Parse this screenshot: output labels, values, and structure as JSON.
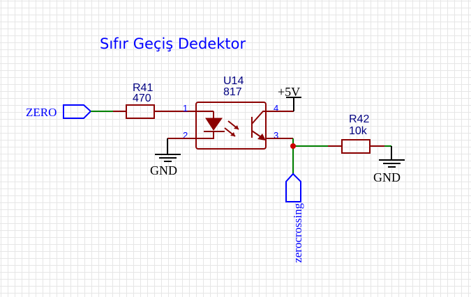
{
  "title": "Sıfır Geçiş Dedektor",
  "components": {
    "r41": {
      "ref": "R41",
      "value": "470"
    },
    "u14": {
      "ref": "U14",
      "value": "817",
      "pins": [
        "1",
        "2",
        "3",
        "4"
      ]
    },
    "r42": {
      "ref": "R42",
      "value": "10k"
    }
  },
  "power": {
    "vcc": "+5V",
    "gnd_left": "GND",
    "gnd_right": "GND"
  },
  "ports": {
    "zero": "ZERO",
    "zerocrossing": "zerocrossing"
  },
  "colors": {
    "wire_component": "#8b0000",
    "wire_net": "#008000",
    "port": "#0000ff",
    "junction": "#cc0000",
    "title": "#0000ff"
  }
}
